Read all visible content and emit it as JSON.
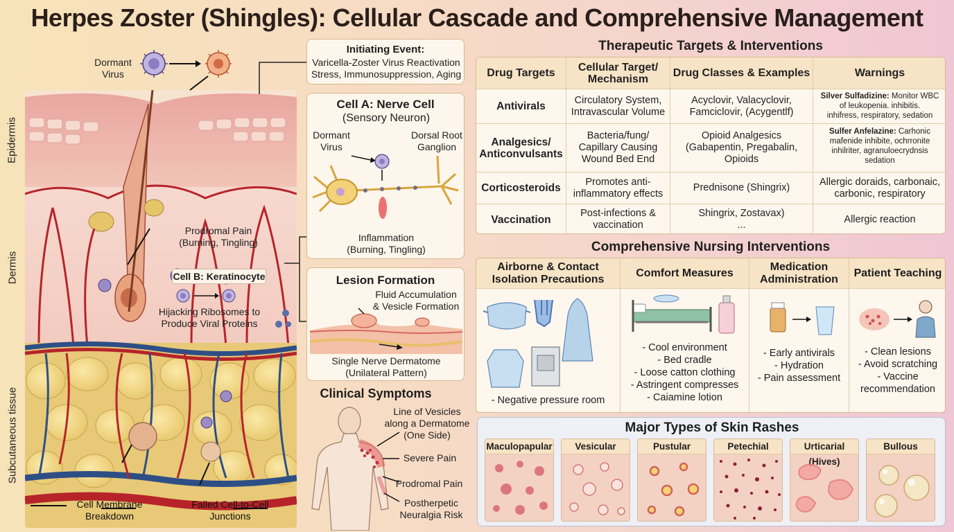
{
  "title": "Herpes Zoster (Shingles): Cellular Cascade and Comprehensive Management",
  "anatomy": {
    "layer_labels": [
      "Epidermis",
      "Dermis",
      "Subcutaneous tissue"
    ],
    "dormant_virus": "Dormant\nVirus",
    "prodromal_pain": "Prodromal Pain\n(Burning, Tingling)",
    "cell_b_title": "Cell B: Keratinocyte",
    "hijacking": "Hijacking Ribosomes to\nProduce Viral Proteins",
    "membrane": "Cell Membrane\nBreakdown",
    "junctions": "Failed Cell-to-Cell\nJunctions"
  },
  "initiating": {
    "title": "Initiating Event:",
    "text": "Varicella-Zoster Virus Reactivation\nStress, Immunosuppression, Aging"
  },
  "cell_a": {
    "title": "Cell A: Nerve Cell",
    "subtitle": "(Sensory Neuron)",
    "dormant": "Dormant\nVirus",
    "ganglion": "Dorsal Root\nGanglion",
    "inflammation": "Inflammation\n(Burning, Tingling)"
  },
  "lesion": {
    "title": "Lesion Formation",
    "fluid": "Fluid Accumulation\n& Vesicle Formation",
    "dermatome": "Single Nerve Dermatome\n(Unilateral Pattern)"
  },
  "clinical": {
    "title": "Clinical Symptoms",
    "vesicles": "Line of Vesicles\nalong a Dermatome\n(One Side)",
    "severe": "Severe Pain",
    "prodromal": "Prodromal Pain",
    "postherpetic": "Postherpetic\nNeuralgia Risk"
  },
  "therapeutic": {
    "title": "Therapeutic Targets & Interventions",
    "headers": [
      "Drug Targets",
      "Cellular Target/\nMechanism",
      "Drug Classes & Examples",
      "Warnings"
    ],
    "rows": [
      {
        "target": "Antivirals",
        "mechanism": "Circulatory System,\nIntravascular Volume",
        "drugs": "Acyclovir, Valacyclovir,\nFamciclovir, (Acygentlf)",
        "warn_bold": "Silver Sulfadizine:",
        "warn": " Monitor WBC\nof leukopenia. inhibitis.\ninhifress, respiratory, sedation"
      },
      {
        "target": "Analgesics/\nAnticonvulsants",
        "mechanism": "Bacteria/fung/\nCapillary Causing\nWound Bed End",
        "drugs": "Opioid Analgesics\n(Gabapentin, Pregabalin,\nOpioids",
        "warn_bold": "Sulfer Anfelazine:",
        "warn": " Carhonic\nmafenide inhibite, ochrronite\ninhilriter, agranuloecrydnsis\nsedation"
      },
      {
        "target": "Corticosteroids",
        "mechanism": "Promotes anti-\ninflammatory effects",
        "drugs": "Prednisone (Shingrix)",
        "warn_bold": "",
        "warn": "Allergic doraids, carbonaic,\ncarbonic, respiratory"
      },
      {
        "target": "Vaccination",
        "mechanism": "Post-infections &\nvaccination",
        "drugs": "Shingrix, Zostavax)\n...",
        "warn_bold": "",
        "warn": "Allergic reaction"
      }
    ]
  },
  "nursing": {
    "title": "Comprehensive Nursing Interventions",
    "columns": [
      {
        "header": "Airborne & Contact\nIsolation Precautions",
        "items": "- Negative pressure room"
      },
      {
        "header": "Comfort Measures",
        "items": "- Cool environment\n- Bed cradle\n- Loose catton clothing\n- Astringent compresses\n- Caiamine lotion"
      },
      {
        "header": "Medication\nAdministration",
        "items": "- Early antivirals\n- Hydration\n- Pain assessment"
      },
      {
        "header": "Patient Teaching",
        "items": "- Clean lesions\n- Avoid scratching\n- Vaccine\nrecommendation"
      }
    ]
  },
  "rashes": {
    "title": "Major Types of Skin Rashes",
    "types": [
      "Maculopapular",
      "Vesicular",
      "Pustular",
      "Petechial",
      "Urticarial (Hives)",
      "Bullous"
    ]
  },
  "colors": {
    "panel": "#fdf7ee",
    "header": "#f7e4c6",
    "border": "#d8b990",
    "blood": "#b6242a",
    "vein": "#2e4e86"
  }
}
